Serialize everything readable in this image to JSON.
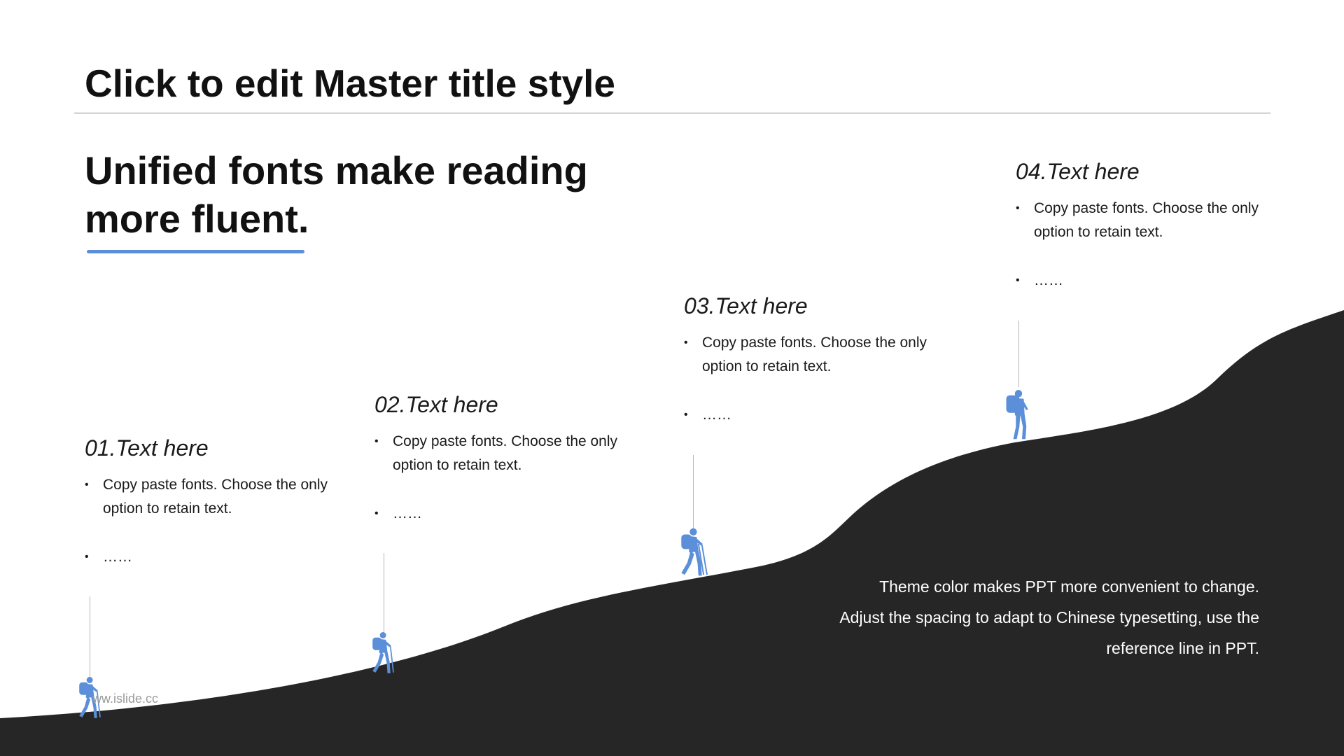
{
  "header": {
    "title": "Click to edit Master title style"
  },
  "intro": {
    "heading": "Unified fonts make reading more fluent."
  },
  "steps": [
    {
      "heading": "01.Text here",
      "bullets": [
        "Copy paste fonts. Choose the only option to retain text.",
        "……"
      ]
    },
    {
      "heading": "02.Text here",
      "bullets": [
        "Copy paste fonts. Choose the only option to retain text.",
        "……"
      ]
    },
    {
      "heading": "03.Text here",
      "bullets": [
        "Copy paste fonts. Choose the only option to retain text.",
        "……"
      ]
    },
    {
      "heading": "04.Text here",
      "bullets": [
        "Copy paste fonts. Choose the only option to retain text.",
        "……"
      ]
    }
  ],
  "caption": {
    "line1": "Theme color makes PPT more convenient to change.",
    "line2": "Adjust the spacing to adapt to Chinese typesetting, use the",
    "line3": "reference line in PPT."
  },
  "watermark": "ww.islide.cc",
  "icons": {
    "figure": "hiker-icon"
  },
  "colors": {
    "accent": "#5b8fd9",
    "mountain": "#262626",
    "background": "#ffffff"
  }
}
